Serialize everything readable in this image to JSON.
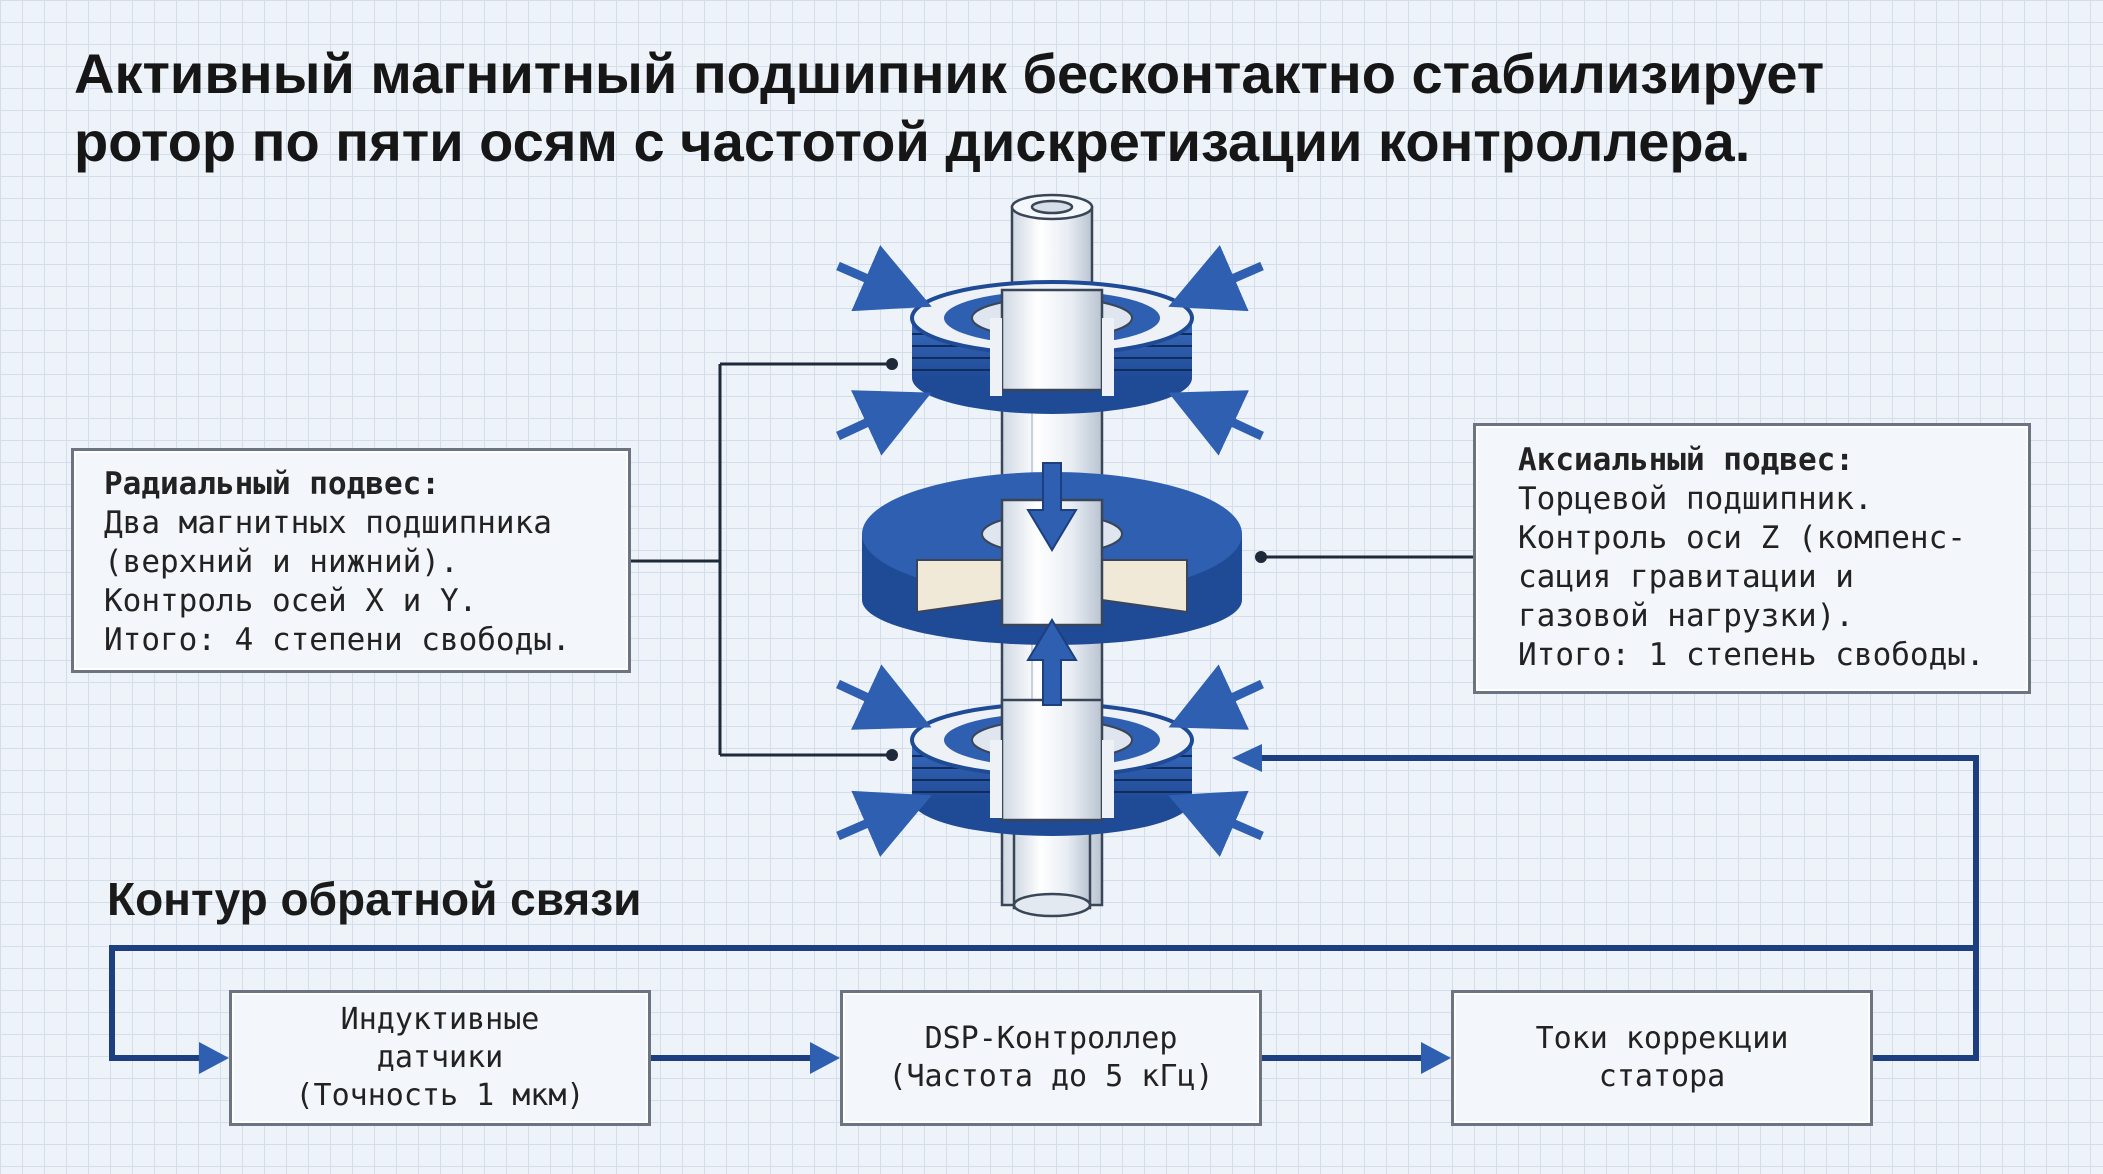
{
  "title": {
    "line1": "Активный магнитный подшипник бесконтактно стабилизирует",
    "line2": "ротор по пяти осям с частотой дискретизации контроллера."
  },
  "radial": {
    "heading": "Радиальный подвес:",
    "lines": [
      "Два магнитных подшипника",
      "(верхний и нижний).",
      "Контроль осей X и Y.",
      "Итого: 4 степени свободы."
    ]
  },
  "axial": {
    "heading": "Аксиальный подвес:",
    "lines": [
      "Торцевой подшипник.",
      "Контроль оси Z (компенс-",
      "сация гравитации и",
      "газовой нагрузки).",
      "Итого: 1 степень свободы."
    ]
  },
  "feedback": {
    "title": "Контур обратной связи",
    "sensors": {
      "line1": "Индуктивные",
      "line2": "датчики",
      "line3": "(Точность 1 мкм)"
    },
    "dsp": {
      "line1": "DSP-Контроллер",
      "line2": "(Частота до 5 кГц)"
    },
    "currents": {
      "line1": "Токи коррекции",
      "line2": "статора"
    }
  },
  "colors": {
    "accent_blue": "#2f5fb0",
    "dark_blue": "#1d3f80",
    "box_border": "#6b7480",
    "background": "#eef3f9"
  },
  "icons": [
    "rotor-shaft-icon",
    "radial-bearing-icon",
    "thrust-disk-icon",
    "force-arrow-icon"
  ]
}
